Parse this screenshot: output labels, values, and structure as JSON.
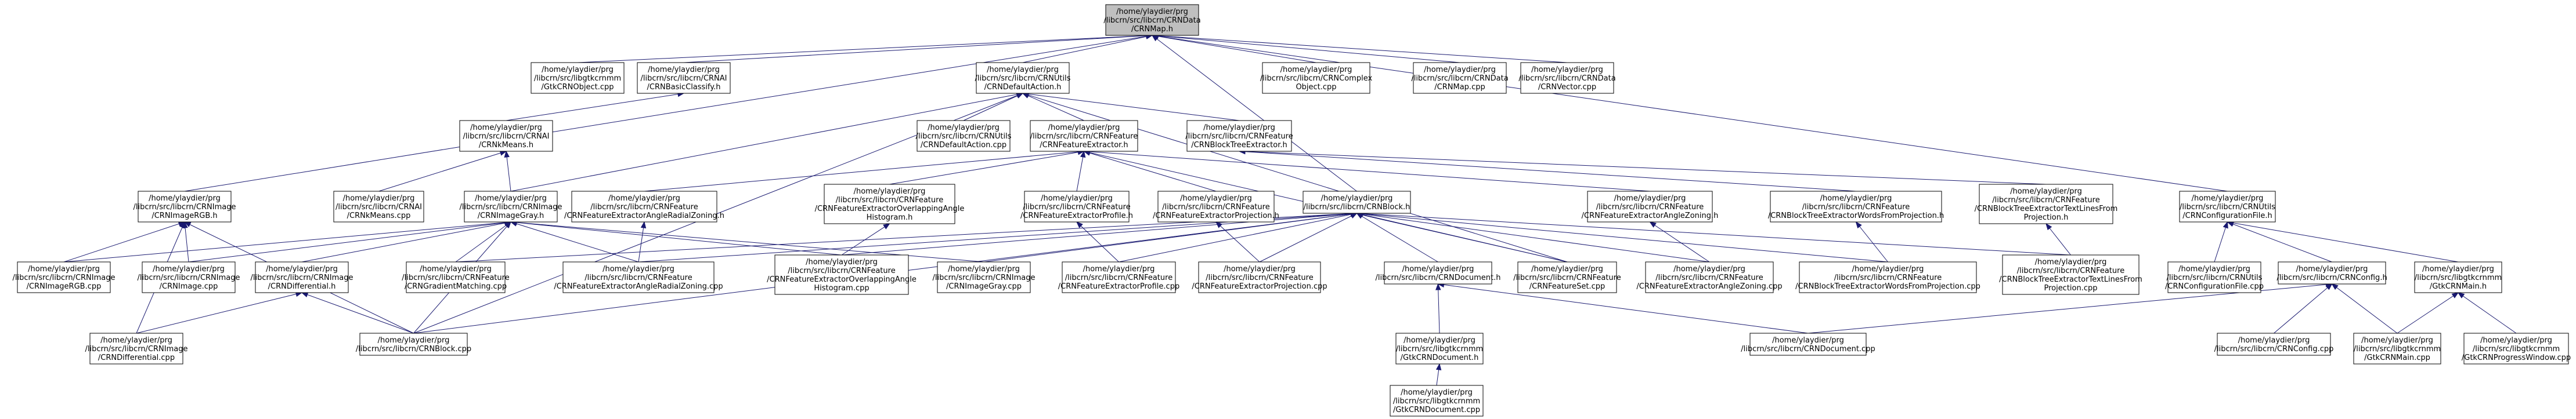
{
  "colors": {
    "edge": "#191970",
    "root_fill": "#bfbfbf",
    "node_fill": "#ffffff"
  },
  "nodes": [
    {
      "id": "root",
      "lines": [
        "/home/ylaydier/prg",
        "/libcrn/src/libcrn/CRNData",
        "/CRNMap.h"
      ]
    },
    {
      "id": "gtkobject",
      "lines": [
        "/home/ylaydier/prg",
        "/libcrn/src/libgtkcrnmm",
        "/GtkCRNObject.cpp"
      ]
    },
    {
      "id": "basicclassify",
      "lines": [
        "/home/ylaydier/prg",
        "/libcrn/src/libcrn/CRNAI",
        "/CRNBasicClassify.h"
      ]
    },
    {
      "id": "defaultaction_h",
      "lines": [
        "/home/ylaydier/prg",
        "/libcrn/src/libcrn/CRNUtils",
        "/CRNDefaultAction.h"
      ]
    },
    {
      "id": "complexobject",
      "lines": [
        "/home/ylaydier/prg",
        "/libcrn/src/libcrn/CRNComplex",
        "Object.cpp"
      ]
    },
    {
      "id": "map_cpp",
      "lines": [
        "/home/ylaydier/prg",
        "/libcrn/src/libcrn/CRNData",
        "/CRNMap.cpp"
      ]
    },
    {
      "id": "vector_cpp",
      "lines": [
        "/home/ylaydier/prg",
        "/libcrn/src/libcrn/CRNData",
        "/CRNVector.cpp"
      ]
    },
    {
      "id": "kmeans_h",
      "lines": [
        "/home/ylaydier/prg",
        "/libcrn/src/libcrn/CRNAI",
        "/CRNkMeans.h"
      ]
    },
    {
      "id": "defaultaction_cpp",
      "lines": [
        "/home/ylaydier/prg",
        "/libcrn/src/libcrn/CRNUtils",
        "/CRNDefaultAction.cpp"
      ]
    },
    {
      "id": "featureextractor_h",
      "lines": [
        "/home/ylaydier/prg",
        "/libcrn/src/libcrn/CRNFeature",
        "/CRNFeatureExtractor.h"
      ]
    },
    {
      "id": "blocktreeextractor_h",
      "lines": [
        "/home/ylaydier/prg",
        "/libcrn/src/libcrn/CRNFeature",
        "/CRNBlockTreeExtractor.h"
      ]
    },
    {
      "id": "imagergb_h",
      "lines": [
        "/home/ylaydier/prg",
        "/libcrn/src/libcrn/CRNImage",
        "/CRNImageRGB.h"
      ]
    },
    {
      "id": "kmeans_cpp",
      "lines": [
        "/home/ylaydier/prg",
        "/libcrn/src/libcrn/CRNAI",
        "/CRNkMeans.cpp"
      ]
    },
    {
      "id": "imagegray_h",
      "lines": [
        "/home/ylaydier/prg",
        "/libcrn/src/libcrn/CRNImage",
        "/CRNImageGray.h"
      ]
    },
    {
      "id": "angleradialzoning_h",
      "lines": [
        "/home/ylaydier/prg",
        "/libcrn/src/libcrn/CRNFeature",
        "/CRNFeatureExtractorAngleRadialZoning.h"
      ]
    },
    {
      "id": "overlapping_h",
      "lines": [
        "/home/ylaydier/prg",
        "/libcrn/src/libcrn/CRNFeature",
        "/CRNFeatureExtractorOverlappingAngle",
        "Histogram.h"
      ]
    },
    {
      "id": "profile_h",
      "lines": [
        "/home/ylaydier/prg",
        "/libcrn/src/libcrn/CRNFeature",
        "/CRNFeatureExtractorProfile.h"
      ]
    },
    {
      "id": "projection_h",
      "lines": [
        "/home/ylaydier/prg",
        "/libcrn/src/libcrn/CRNFeature",
        "/CRNFeatureExtractorProjection.h"
      ]
    },
    {
      "id": "block_h",
      "lines": [
        "/home/ylaydier/prg",
        "/libcrn/src/libcrn/CRNBlock.h"
      ]
    },
    {
      "id": "anglezoning_h",
      "lines": [
        "/home/ylaydier/prg",
        "/libcrn/src/libcrn/CRNFeature",
        "/CRNFeatureExtractorAngleZoning.h"
      ]
    },
    {
      "id": "wordsfromprojection_h",
      "lines": [
        "/home/ylaydier/prg",
        "/libcrn/src/libcrn/CRNFeature",
        "/CRNBlockTreeExtractorWordsFromProjection.h"
      ]
    },
    {
      "id": "textlinesfromprojection_h",
      "lines": [
        "/home/ylaydier/prg",
        "/libcrn/src/libcrn/CRNFeature",
        "/CRNBlockTreeExtractorTextLinesFrom",
        "Projection.h"
      ]
    },
    {
      "id": "configurationfile_h",
      "lines": [
        "/home/ylaydier/prg",
        "/libcrn/src/libcrn/CRNUtils",
        "/CRNConfigurationFile.h"
      ]
    },
    {
      "id": "imagergb_cpp",
      "lines": [
        "/home/ylaydier/prg",
        "/libcrn/src/libcrn/CRNImage",
        "/CRNImageRGB.cpp"
      ]
    },
    {
      "id": "image_cpp",
      "lines": [
        "/home/ylaydier/prg",
        "/libcrn/src/libcrn/CRNImage",
        "/CRNImage.cpp"
      ]
    },
    {
      "id": "differential_h",
      "lines": [
        "/home/ylaydier/prg",
        "/libcrn/src/libcrn/CRNImage",
        "/CRNDifferential.h"
      ]
    },
    {
      "id": "gradientmatching",
      "lines": [
        "/home/ylaydier/prg",
        "/libcrn/src/libcrn/CRNFeature",
        "/CRNGradientMatching.cpp"
      ]
    },
    {
      "id": "angleradialzoning_cpp",
      "lines": [
        "/home/ylaydier/prg",
        "/libcrn/src/libcrn/CRNFeature",
        "/CRNFeatureExtractorAngleRadialZoning.cpp"
      ]
    },
    {
      "id": "overlapping_cpp",
      "lines": [
        "/home/ylaydier/prg",
        "/libcrn/src/libcrn/CRNFeature",
        "/CRNFeatureExtractorOverlappingAngle",
        "Histogram.cpp"
      ]
    },
    {
      "id": "imagegray_cpp",
      "lines": [
        "/home/ylaydier/prg",
        "/libcrn/src/libcrn/CRNImage",
        "/CRNImageGray.cpp"
      ]
    },
    {
      "id": "profile_cpp",
      "lines": [
        "/home/ylaydier/prg",
        "/libcrn/src/libcrn/CRNFeature",
        "/CRNFeatureExtractorProfile.cpp"
      ]
    },
    {
      "id": "projection_cpp",
      "lines": [
        "/home/ylaydier/prg",
        "/libcrn/src/libcrn/CRNFeature",
        "/CRNFeatureExtractorProjection.cpp"
      ]
    },
    {
      "id": "document_h",
      "lines": [
        "/home/ylaydier/prg",
        "/libcrn/src/libcrn/CRNDocument.h"
      ]
    },
    {
      "id": "featureset_cpp",
      "lines": [
        "/home/ylaydier/prg",
        "/libcrn/src/libcrn/CRNFeature",
        "/CRNFeatureSet.cpp"
      ]
    },
    {
      "id": "anglezoning_cpp",
      "lines": [
        "/home/ylaydier/prg",
        "/libcrn/src/libcrn/CRNFeature",
        "/CRNFeatureExtractorAngleZoning.cpp"
      ]
    },
    {
      "id": "wordsfromprojection_cpp",
      "lines": [
        "/home/ylaydier/prg",
        "/libcrn/src/libcrn/CRNFeature",
        "/CRNBlockTreeExtractorWordsFromProjection.cpp"
      ]
    },
    {
      "id": "textlinesfromprojection_cpp",
      "lines": [
        "/home/ylaydier/prg",
        "/libcrn/src/libcrn/CRNFeature",
        "/CRNBlockTreeExtractorTextLinesFrom",
        "Projection.cpp"
      ]
    },
    {
      "id": "configurationfile_cpp",
      "lines": [
        "/home/ylaydier/prg",
        "/libcrn/src/libcrn/CRNUtils",
        "/CRNConfigurationFile.cpp"
      ]
    },
    {
      "id": "config_h",
      "lines": [
        "/home/ylaydier/prg",
        "/libcrn/src/libcrn/CRNConfig.h"
      ]
    },
    {
      "id": "gtkmain_h",
      "lines": [
        "/home/ylaydier/prg",
        "/libcrn/src/libgtkcrnmm",
        "/GtkCRNMain.h"
      ]
    },
    {
      "id": "differential_cpp",
      "lines": [
        "/home/ylaydier/prg",
        "/libcrn/src/libcrn/CRNImage",
        "/CRNDifferential.cpp"
      ]
    },
    {
      "id": "block_cpp",
      "lines": [
        "/home/ylaydier/prg",
        "/libcrn/src/libcrn/CRNBlock.cpp"
      ]
    },
    {
      "id": "gtkdocument_h",
      "lines": [
        "/home/ylaydier/prg",
        "/libcrn/src/libgtkcrnmm",
        "/GtkCRNDocument.h"
      ]
    },
    {
      "id": "document_cpp",
      "lines": [
        "/home/ylaydier/prg",
        "/libcrn/src/libcrn/CRNDocument.cpp"
      ]
    },
    {
      "id": "config_cpp",
      "lines": [
        "/home/ylaydier/prg",
        "/libcrn/src/libcrn/CRNConfig.cpp"
      ]
    },
    {
      "id": "gtkmain_cpp",
      "lines": [
        "/home/ylaydier/prg",
        "/libcrn/src/libgtkcrnmm",
        "/GtkCRNMain.cpp"
      ]
    },
    {
      "id": "progresswindow_cpp",
      "lines": [
        "/home/ylaydier/prg",
        "/libcrn/src/libgtkcrnmm",
        "/GtkCRNProgressWindow.cpp"
      ]
    },
    {
      "id": "gtkdocument_cpp",
      "lines": [
        "/home/ylaydier/prg",
        "/libcrn/src/libgtkcrnmm",
        "/GtkCRNDocument.cpp"
      ]
    }
  ],
  "edges": [
    [
      "root",
      "gtkobject"
    ],
    [
      "root",
      "basicclassify"
    ],
    [
      "root",
      "defaultaction_h"
    ],
    [
      "root",
      "complexobject"
    ],
    [
      "root",
      "map_cpp"
    ],
    [
      "root",
      "vector_cpp"
    ],
    [
      "root",
      "block_h"
    ],
    [
      "root",
      "configurationfile_h"
    ],
    [
      "root",
      "imagergb_h"
    ],
    [
      "basicclassify",
      "kmeans_h"
    ],
    [
      "defaultaction_h",
      "defaultaction_cpp"
    ],
    [
      "defaultaction_h",
      "featureextractor_h"
    ],
    [
      "defaultaction_h",
      "blocktreeextractor_h"
    ],
    [
      "defaultaction_h",
      "imagegray_h"
    ],
    [
      "defaultaction_h",
      "block_cpp"
    ],
    [
      "defaultaction_h",
      "featureset_cpp"
    ],
    [
      "kmeans_h",
      "kmeans_cpp"
    ],
    [
      "kmeans_h",
      "imagegray_h"
    ],
    [
      "featureextractor_h",
      "angleradialzoning_h"
    ],
    [
      "featureextractor_h",
      "overlapping_h"
    ],
    [
      "featureextractor_h",
      "profile_h"
    ],
    [
      "featureextractor_h",
      "projection_h"
    ],
    [
      "featureextractor_h",
      "anglezoning_h"
    ],
    [
      "featureextractor_h",
      "featureset_cpp"
    ],
    [
      "blocktreeextractor_h",
      "wordsfromprojection_h"
    ],
    [
      "blocktreeextractor_h",
      "textlinesfromprojection_h"
    ],
    [
      "imagergb_h",
      "imagergb_cpp"
    ],
    [
      "imagergb_h",
      "image_cpp"
    ],
    [
      "imagergb_h",
      "differential_cpp"
    ],
    [
      "imagergb_h",
      "block_cpp"
    ],
    [
      "imagegray_h",
      "image_cpp"
    ],
    [
      "imagegray_h",
      "differential_h"
    ],
    [
      "imagegray_h",
      "gradientmatching"
    ],
    [
      "imagegray_h",
      "angleradialzoning_cpp"
    ],
    [
      "imagegray_h",
      "overlapping_cpp"
    ],
    [
      "imagegray_h",
      "imagegray_cpp"
    ],
    [
      "imagegray_h",
      "block_cpp"
    ],
    [
      "imagegray_h",
      "imagergb_cpp"
    ],
    [
      "angleradialzoning_h",
      "angleradialzoning_cpp"
    ],
    [
      "overlapping_h",
      "overlapping_cpp"
    ],
    [
      "profile_h",
      "profile_cpp"
    ],
    [
      "projection_h",
      "projection_cpp"
    ],
    [
      "anglezoning_h",
      "anglezoning_cpp"
    ],
    [
      "wordsfromprojection_h",
      "wordsfromprojection_cpp"
    ],
    [
      "textlinesfromprojection_h",
      "textlinesfromprojection_cpp"
    ],
    [
      "block_h",
      "imagegray_cpp"
    ],
    [
      "block_h",
      "profile_cpp"
    ],
    [
      "block_h",
      "projection_cpp"
    ],
    [
      "block_h",
      "document_h"
    ],
    [
      "block_h",
      "featureset_cpp"
    ],
    [
      "block_h",
      "anglezoning_cpp"
    ],
    [
      "block_h",
      "wordsfromprojection_cpp"
    ],
    [
      "block_h",
      "textlinesfromprojection_cpp"
    ],
    [
      "block_h",
      "block_cpp"
    ],
    [
      "block_h",
      "angleradialzoning_cpp"
    ],
    [
      "block_h",
      "overlapping_cpp"
    ],
    [
      "block_h",
      "gradientmatching"
    ],
    [
      "configurationfile_h",
      "configurationfile_cpp"
    ],
    [
      "configurationfile_h",
      "config_h"
    ],
    [
      "configurationfile_h",
      "gtkmain_h"
    ],
    [
      "config_h",
      "config_cpp"
    ],
    [
      "config_h",
      "gtkmain_cpp"
    ],
    [
      "config_h",
      "document_cpp"
    ],
    [
      "gtkmain_h",
      "gtkmain_cpp"
    ],
    [
      "gtkmain_h",
      "progresswindow_cpp"
    ],
    [
      "differential_h",
      "differential_cpp"
    ],
    [
      "differential_h",
      "block_cpp"
    ],
    [
      "document_h",
      "gtkdocument_h"
    ],
    [
      "document_h",
      "document_cpp"
    ],
    [
      "gtkdocument_h",
      "gtkdocument_cpp"
    ]
  ]
}
